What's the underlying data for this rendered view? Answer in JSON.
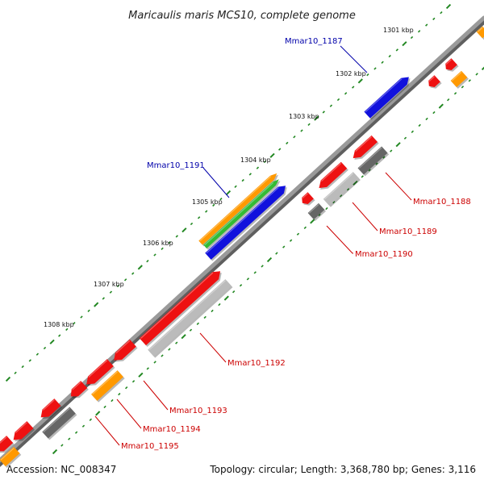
{
  "title": "Maricaulis maris MCS10, complete genome",
  "footer": {
    "accession": "Accession: NC_008347",
    "summary": "Topology: circular; Length: 3,368,780 bp; Genes: 3,116"
  },
  "ticks": [
    "1301 kbp",
    "1302 kbp",
    "1303 kbp",
    "1304 kbp",
    "1305 kbp",
    "1306 kbp",
    "1307 kbp",
    "1308 kbp"
  ],
  "colors": {
    "backbone": "#8a8a8a",
    "cds_red": "#ee1111",
    "cds_blue": "#1111dd",
    "cds_orange": "#ff9900",
    "cds_green": "#33bb33",
    "cds_dark": "#666666",
    "cds_light": "#bbbbbb",
    "tick_green": "#228822",
    "label_blue": "#0000aa",
    "label_red": "#cc0000"
  },
  "gene_labels": {
    "g1187": "Mmar10_1187",
    "g1188": "Mmar10_1188",
    "g1189": "Mmar10_1189",
    "g1190": "Mmar10_1190",
    "g1191": "Mmar10_1191",
    "g1192": "Mmar10_1192",
    "g1193": "Mmar10_1193",
    "g1194": "Mmar10_1194",
    "g1195": "Mmar10_1195"
  }
}
